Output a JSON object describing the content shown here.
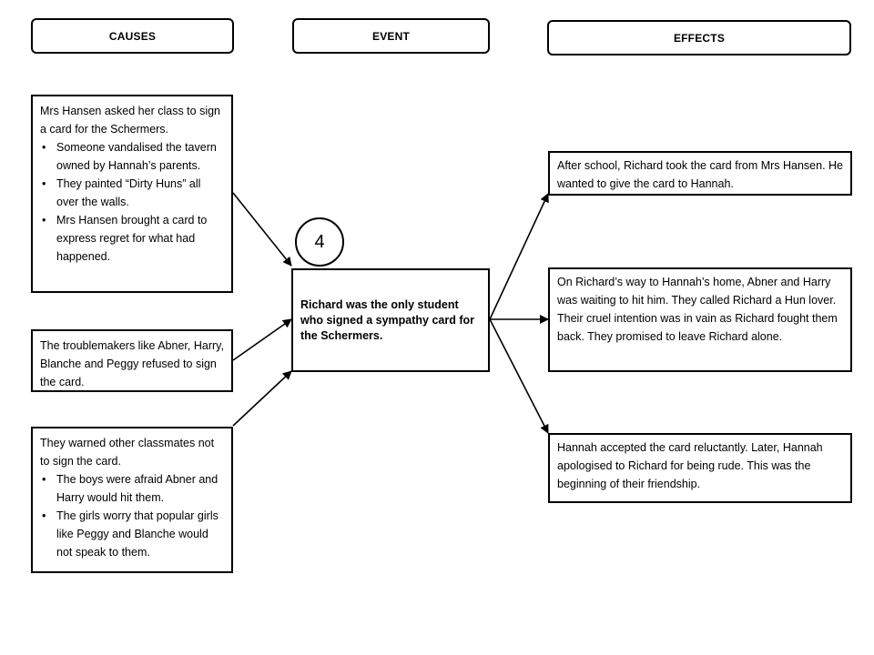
{
  "headers": {
    "causes": "CAUSES",
    "event": "EVENT",
    "effects": "EFFECTS"
  },
  "causes": [
    {
      "intro": "Mrs Hansen asked her class to sign a card for the Schermers.",
      "bullets": [
        "Someone vandalised the tavern owned by Hannah’s parents.",
        "They painted “Dirty Huns” all over the walls.",
        "Mrs Hansen brought a card to express regret for what had happened."
      ]
    },
    {
      "intro": "The troublemakers like Abner, Harry, Blanche and Peggy refused to sign the card.",
      "bullets": []
    },
    {
      "intro": "They warned other classmates not to sign the card.",
      "bullets": [
        "The boys were afraid Abner and Harry would hit them.",
        "The girls worry that popular girls like Peggy and Blanche would not speak to them."
      ]
    }
  ],
  "event": {
    "number": "4",
    "text": "Richard was the only student who signed a sympathy card for the Schermers."
  },
  "effects": [
    "After school, Richard took the card from Mrs Hansen. He wanted to give the card to Hannah.",
    "On Richard’s way to Hannah’s home, Abner and Harry was waiting to hit him. They called Richard a Hun lover. Their cruel intention was in vain as Richard fought them back. They promised to leave Richard alone.",
    "Hannah accepted the card reluctantly. Later, Hannah apologised to Richard for being rude. This was the beginning of their friendship."
  ]
}
